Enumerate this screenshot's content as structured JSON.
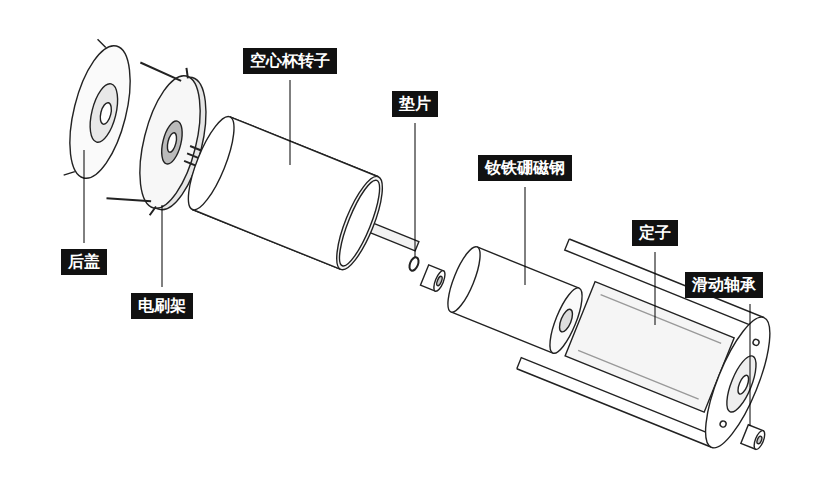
{
  "diagram": {
    "labels": [
      "空心杯转子",
      "垫片",
      "钕铁硼磁钢",
      "定子",
      "滑动轴承",
      "后盖",
      "电刷架"
    ]
  }
}
